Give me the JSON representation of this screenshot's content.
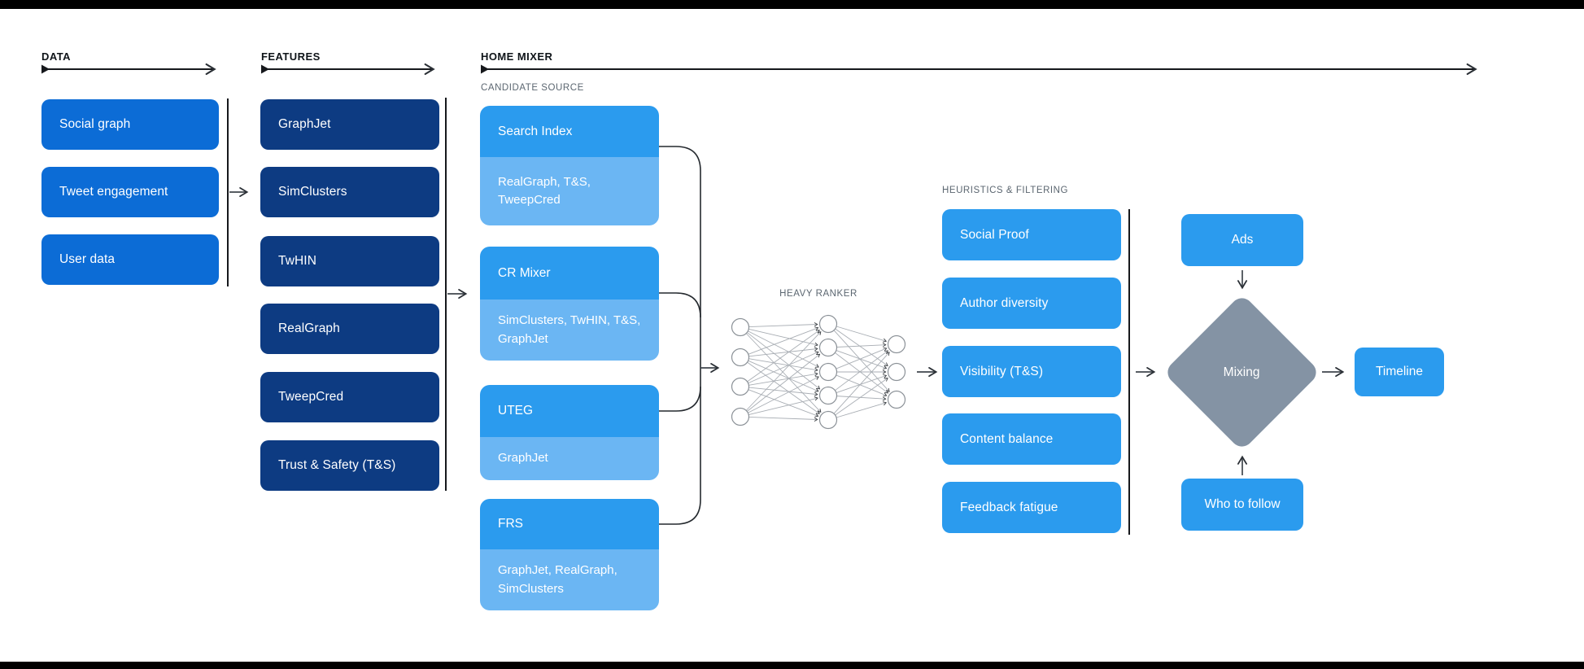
{
  "colors": {
    "data-box": "#0c6cd6",
    "feature-box": "#0d3b82",
    "blue": "#2b9bee",
    "cand-main": "#2b9bee",
    "cand-sub": "#6bb6f3",
    "diamond": "#8493a4",
    "subheading": "#5b6670",
    "arrow-dark": "#16181c",
    "arrow-gray": "#3f464d",
    "net-line": "#a9aeb4",
    "net-node": "#8b9197"
  },
  "sections": {
    "data": {
      "heading": "DATA",
      "items": [
        "Social graph",
        "Tweet engagement",
        "User data"
      ]
    },
    "features": {
      "heading": "FEATURES",
      "items": [
        "GraphJet",
        "SimClusters",
        "TwHIN",
        "RealGraph",
        "TweepCred",
        "Trust & Safety (T&S)"
      ]
    },
    "home_mixer": {
      "heading": "HOME MIXER",
      "candidate_source": {
        "heading": "CANDIDATE SOURCE",
        "groups": [
          {
            "name": "Search Index",
            "sources": "RealGraph, T&S, TweepCred"
          },
          {
            "name": "CR Mixer",
            "sources": "SimClusters, TwHIN, T&S, GraphJet"
          },
          {
            "name": "UTEG",
            "sources": "GraphJet"
          },
          {
            "name": "FRS",
            "sources": "GraphJet, RealGraph, SimClusters"
          }
        ]
      },
      "heavy_ranker": {
        "heading": "HEAVY RANKER"
      },
      "heuristics": {
        "heading": "HEURISTICS & FILTERING",
        "items": [
          "Social Proof",
          "Author diversity",
          "Visibility (T&S)",
          "Content balance",
          "Feedback fatigue"
        ]
      },
      "mixing": {
        "ads": "Ads",
        "diamond": "Mixing",
        "who_to_follow": "Who to follow",
        "timeline": "Timeline"
      }
    }
  }
}
